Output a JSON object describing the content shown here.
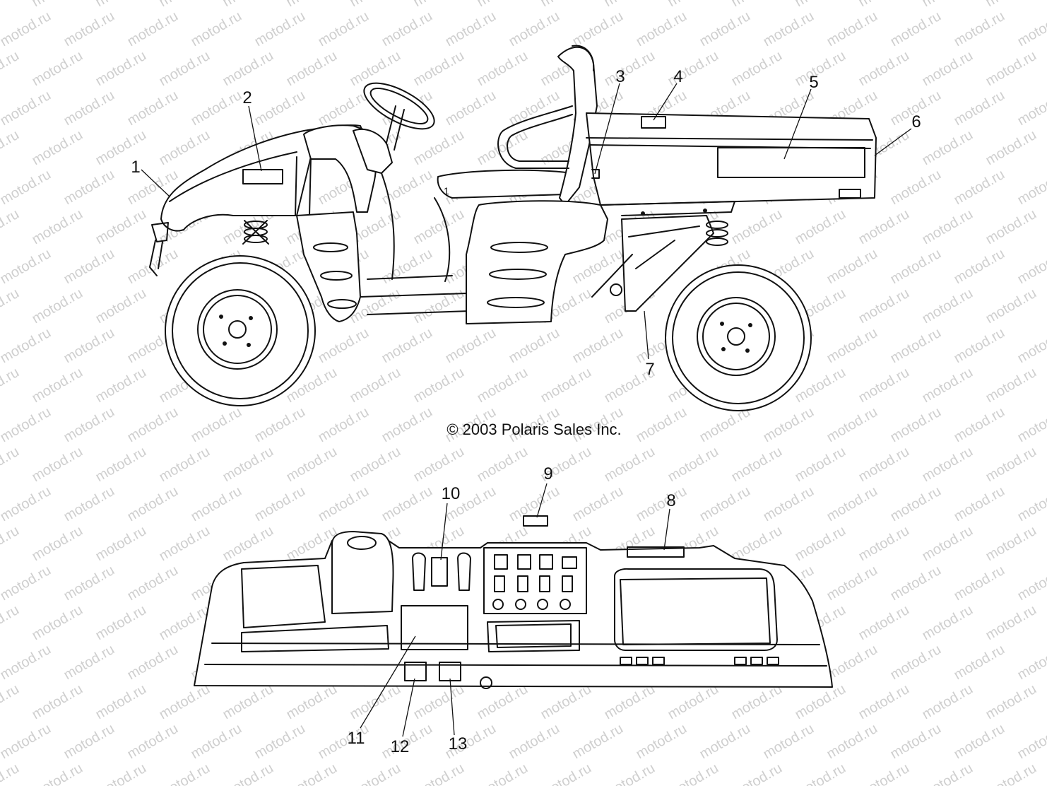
{
  "watermark": "motod.ru",
  "copyright": "© 2003 Polaris Sales Inc.",
  "callouts": {
    "c1": "1",
    "c2": "2",
    "c3": "3",
    "c4": "4",
    "c5": "5",
    "c6": "6",
    "c7": "7",
    "c8": "8",
    "c9": "9",
    "c10": "10",
    "c11": "11",
    "c12": "12",
    "c13": "13"
  }
}
